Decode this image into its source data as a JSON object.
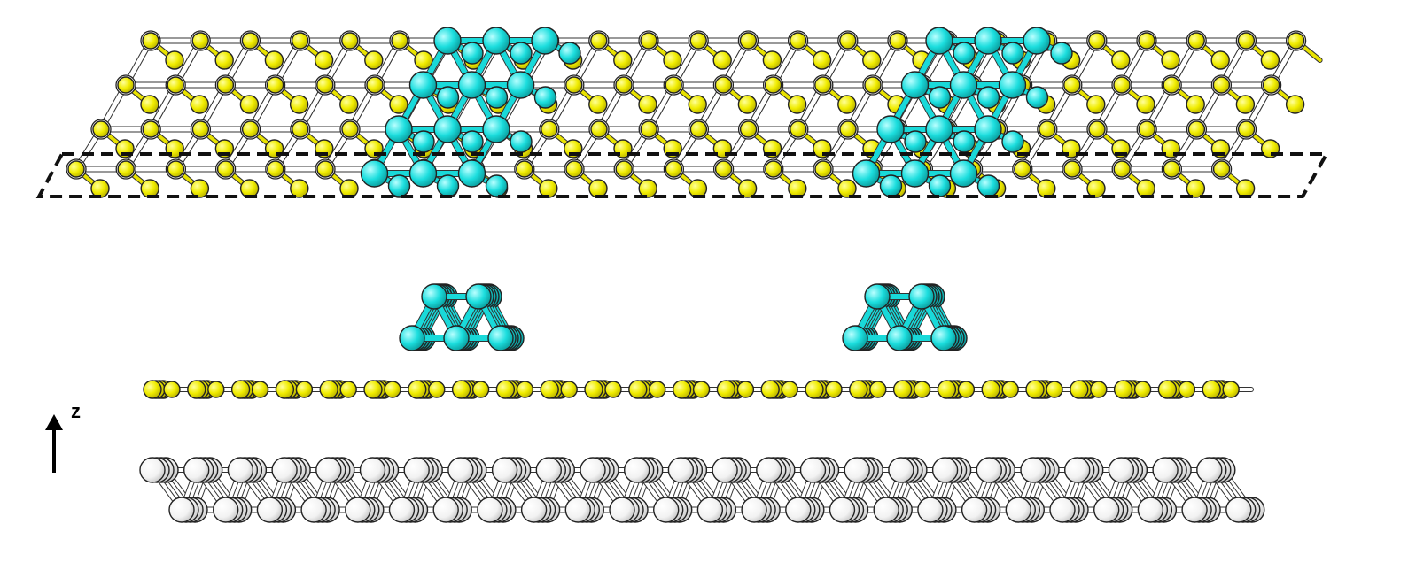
{
  "axis": {
    "label": "z"
  },
  "top_view": {
    "rows": 4,
    "columns": 24,
    "clusters": 2,
    "unit_cell_outline": "dashed"
  },
  "side_view": {
    "layers": [
      "cyan-clusters",
      "yellow-layer",
      "white-substrate"
    ]
  },
  "colors": {
    "yellow_atom": "#f3f000",
    "cyan_atom": "#18dcdc",
    "white_atom": "#f2f2f2",
    "bond_outline": "#333333",
    "dashed_outline": "#111111"
  }
}
